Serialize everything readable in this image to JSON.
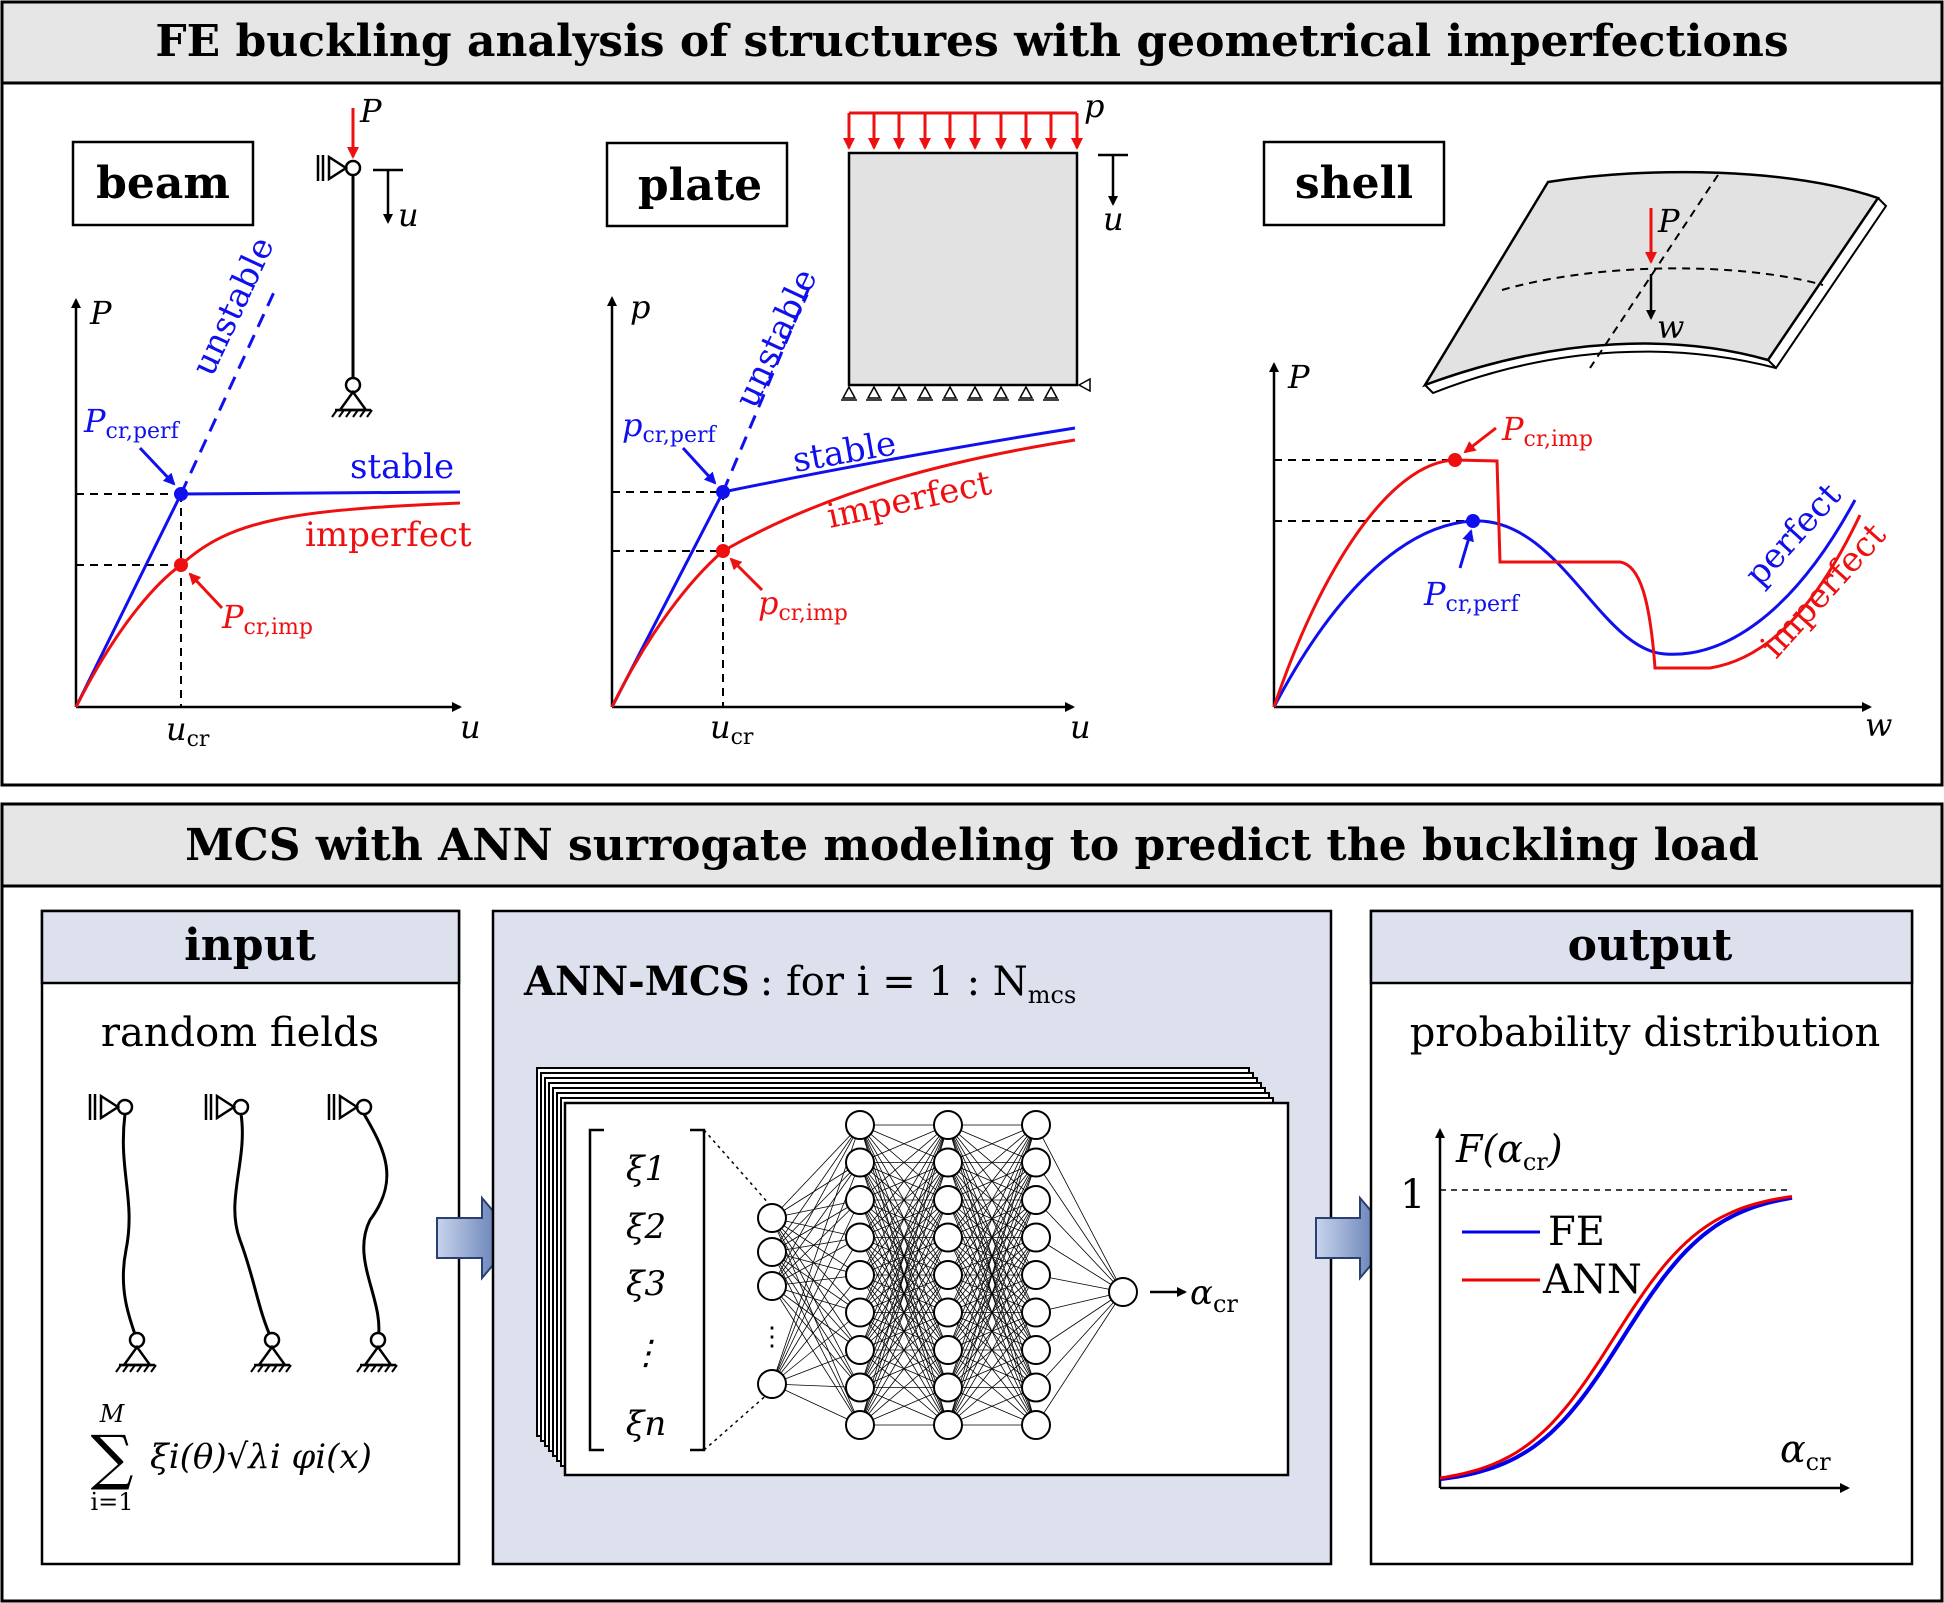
{
  "top_section": {
    "title": "FE buckling analysis of structures with geometrical imperfections",
    "beam": {
      "label": "beam",
      "y_axis": "P",
      "x_axis": "u",
      "x_tick": "u",
      "x_tick_sub": "cr",
      "load": "P",
      "disp": "u",
      "unstable": "unstable",
      "stable": "stable",
      "imperfect": "imperfect",
      "pcr_perf": "P",
      "pcr_perf_sub": "cr,perf",
      "pcr_imp": "P",
      "pcr_imp_sub": "cr,imp"
    },
    "plate": {
      "label": "plate",
      "y_axis": "p",
      "x_axis": "u",
      "x_tick": "u",
      "x_tick_sub": "cr",
      "load": "p",
      "disp": "u",
      "unstable": "unstable",
      "stable": "stable",
      "imperfect": "imperfect",
      "pcr_perf": "p",
      "pcr_perf_sub": "cr,perf",
      "pcr_imp": "p",
      "pcr_imp_sub": "cr,imp"
    },
    "shell": {
      "label": "shell",
      "y_axis": "P",
      "x_axis": "w",
      "load": "P",
      "disp": "w",
      "perfect": "perfect",
      "imperfect": "imperfect",
      "pcr_imp": "P",
      "pcr_imp_sub": "cr,imp",
      "pcr_perf": "P",
      "pcr_perf_sub": "cr,perf"
    }
  },
  "bottom_section": {
    "title": "MCS with ANN surrogate modeling to predict the buckling load",
    "input": {
      "header": "input",
      "text": "random fields",
      "sum_upper": "M",
      "sum_lower": "i=1",
      "sum_body": "ξi(θ)√λi φi(x)"
    },
    "ann": {
      "title_bold": "ANN-MCS",
      "title_rest": ":  for i = 1 : N",
      "title_sub": "mcs",
      "inputs": [
        "ξ1",
        "ξ2",
        "ξ3",
        "⋮",
        "ξn"
      ],
      "output": "α",
      "output_sub": "cr"
    },
    "output": {
      "header": "output",
      "text": "probability distribution",
      "y_axis": "F(α",
      "y_axis_sub": "cr",
      "y_axis_close": ")",
      "y_tick": "1",
      "x_axis": "α",
      "x_axis_sub": "cr",
      "legend": [
        {
          "name": "FE",
          "color": "#0000ee"
        },
        {
          "name": "ANN",
          "color": "#ee0000"
        }
      ]
    }
  },
  "colors": {
    "blue": "#1010ee",
    "red": "#ee1010",
    "panel_fill": "#dde1ee",
    "title_fill": "#e6e6e6"
  }
}
